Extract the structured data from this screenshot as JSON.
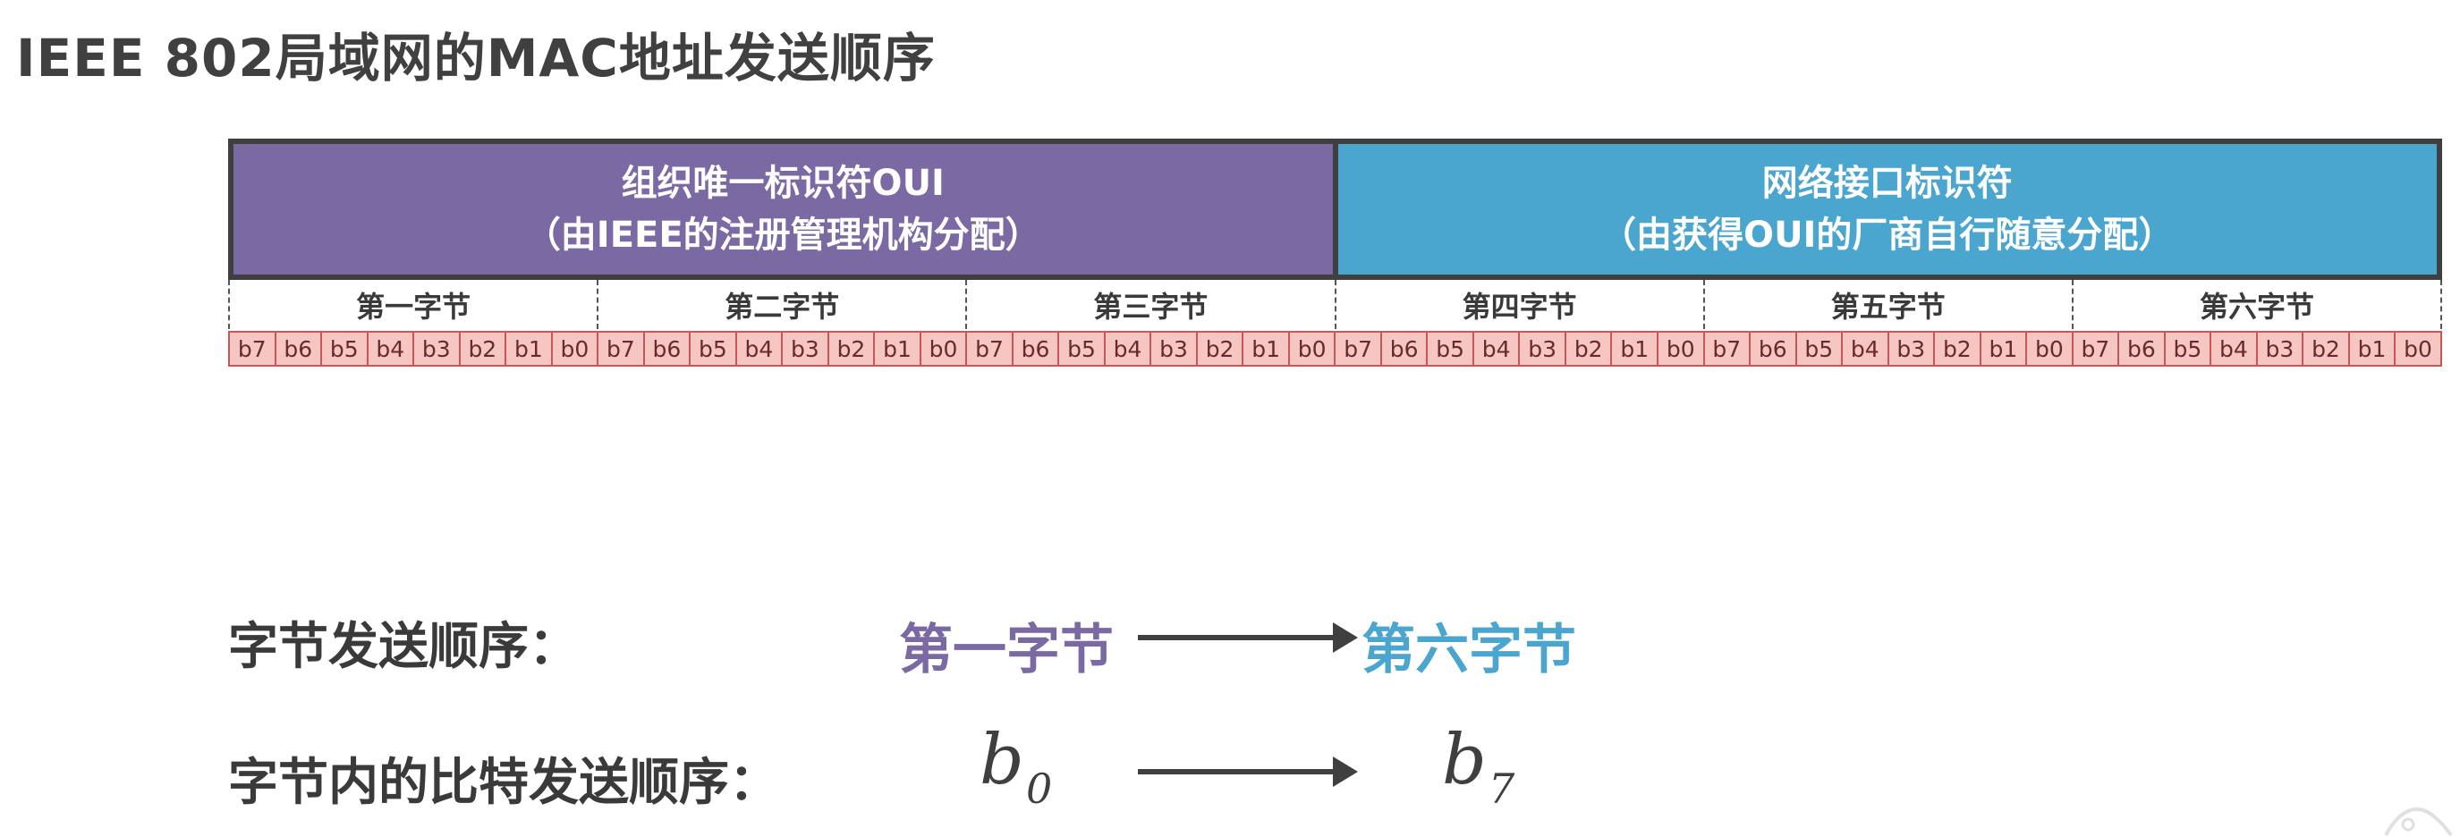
{
  "title": "IEEE 802局域网的MAC地址发送顺序",
  "header": {
    "oui_line1": "组织唯一标识符OUI",
    "oui_line2": "（由IEEE的注册管理机构分配）",
    "nic_line1": "网络接口标识符",
    "nic_line2": "（由获得OUI的厂商自行随意分配）"
  },
  "bytes": [
    "第一字节",
    "第二字节",
    "第三字节",
    "第四字节",
    "第五字节",
    "第六字节"
  ],
  "bits": [
    "b7",
    "b6",
    "b5",
    "b4",
    "b3",
    "b2",
    "b1",
    "b0"
  ],
  "byte_order": {
    "label": "字节发送顺序：",
    "from": "第一字节",
    "to": "第六字节"
  },
  "bit_order": {
    "label": "字节内的比特发送顺序：",
    "from_var": "b",
    "from_sub": "0",
    "to_var": "b",
    "to_sub": "7"
  },
  "colors": {
    "oui": "#7b69a4",
    "nic": "#4aa5cf",
    "bit_fill": "#f6c6c3",
    "bit_border": "#c85656"
  }
}
